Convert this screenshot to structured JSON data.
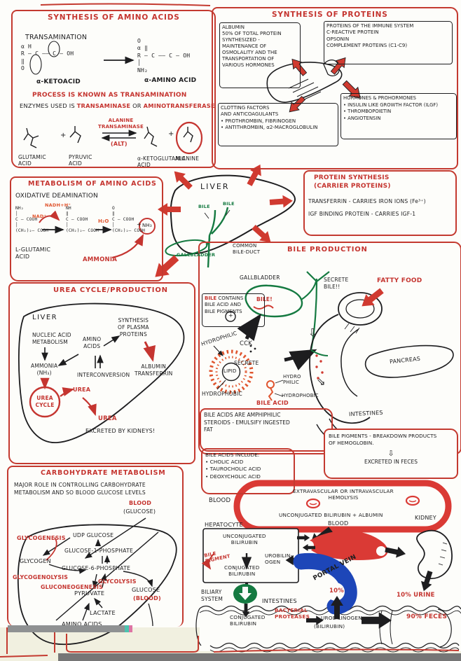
{
  "colors": {
    "ink_red": "#c53530",
    "ink_black": "#1d1d1f",
    "ink_green": "#157a41",
    "ink_orange": "#e0552e",
    "vein_blue": "#1d46b8",
    "vessel_red": "#da3a35",
    "desk_cream": "#f1f0e0",
    "scrollbar_gray": "#8f9192"
  },
  "amino_synthesis": {
    "title": "SYNTHESIS OF AMINO ACIDS",
    "transamination": "TRANSAMINATION",
    "keto_formula": [
      "    α    H",
      "R — C —— C — OH",
      "    ‖",
      "    O"
    ],
    "amino_formula": [
      "         O",
      "    α    ‖",
      "R — C —— C — OH",
      "    │",
      "   NH₂"
    ],
    "keto_label": "α-KETOACID",
    "amino_label": "α-AMINO ACID",
    "process_note": "PROCESS IS KNOWN AS TRANSAMINATION",
    "enzyme_prefix": "ENZYMES USED IS",
    "enzyme1": "TRANSAMINASE",
    "enzyme_conj": "OR",
    "enzyme2": "AMINOTRANSFERASE",
    "plus": "+",
    "reactant1": [
      "GLUTAMIC",
      "ACID"
    ],
    "reactant2": [
      "PYRUVIC",
      "ACID"
    ],
    "catalyst": [
      "ALANINE",
      "TRANSAMINASE"
    ],
    "catalyst_abbr": "(ALT)",
    "product1": [
      "α-KETOGLUTAMIC",
      "ACID"
    ],
    "product2": "ALANINE"
  },
  "protein_synthesis": {
    "title": "SYNTHESIS OF PROTEINS",
    "albumin": [
      "ALBUMIN",
      "50% OF TOTAL PROTEIN",
      "SYNTHESIZED -",
      "MAINTENANCE OF",
      "OSMOLALITY AND THE",
      "TRANSPORTATION OF",
      "VARIOUS HORMONES"
    ],
    "immune": [
      "PROTEINS OF THE IMMUNE SYSTEM",
      "C-REACTIVE PROTEIN",
      "OPSONIN",
      "COMPLEMENT PROTEINS (C1-C9)"
    ],
    "clotting": [
      "CLOTTING FACTORS",
      "AND ANTICOAGULANTS",
      "• PROTHROMBIN, FIBRINOGEN",
      "• ANTITHROMBIN, α2-MACROGLOBULIN"
    ],
    "hormones": [
      "HORMONES & PROHORMONES",
      "• INSULIN LIKE GROWTH FACTOR (ILGF)",
      "• THROMBOPOIETIN",
      "• ANGIOTENSIN"
    ]
  },
  "amino_metabolism": {
    "title": "METABOLISM OF AMINO ACIDS",
    "subtitle": "OXIDATIVE DEAMINATION",
    "struct1": [
      "NH₂",
      "│",
      "C — COOH",
      "│",
      "(CH₂)₂— COOH"
    ],
    "struct2": [
      "NH",
      "‖",
      "C — COOH",
      "│",
      "(CH₂)₂— COOH"
    ],
    "struct3": [
      "O",
      "‖",
      "C — COOH",
      "│",
      "(CH₂)₂— COOH"
    ],
    "nad": "NAD⁺",
    "nadh": "NADH+H⁺",
    "h2o": "H₂O",
    "plus": "+",
    "nh3": "NH₃",
    "substrate": [
      "L-GLUTAMIC",
      "ACID"
    ],
    "ammonia": "AMMONIA"
  },
  "liver_diagram": {
    "liver": "LIVER",
    "bile_left": "BILE",
    "bile_right": "BILE",
    "gallbladder": "GALLBLADDER",
    "common_duct": [
      "COMMON",
      "BILE-DUCT"
    ]
  },
  "carrier_proteins": {
    "title": [
      "PROTEIN SYNTHESIS",
      "(CARRIER PROTEINS)"
    ],
    "transferrin": "TRANSFERRIN - CARRIES IRON IONS (Fe³⁺)",
    "igf": "IGF BINDING PROTEIN - CARRIES IGF-1"
  },
  "urea_cycle": {
    "title": "UREA CYCLE/PRODUCTION",
    "liver": "LIVER",
    "nucleic": [
      "NUCLEIC ACID",
      "METABOLISM"
    ],
    "amino": [
      "AMINO",
      "ACIDS"
    ],
    "plasma": [
      "SYNTHESIS",
      "OF PLASMA",
      "PROTEINS"
    ],
    "ammonia": [
      "AMMONIA",
      "(NH₃)"
    ],
    "interconversion": "INTERCONVERSION",
    "albumin": [
      "ALBUMIN",
      "TRANSFERRIN"
    ],
    "cycle": [
      "UREA",
      "CYCLE"
    ],
    "urea_out": "UREA",
    "urea_final": "UREA",
    "excreted": "EXCRETED BY KIDNEYS!"
  },
  "bile_production": {
    "title": "BILE PRODUCTION",
    "gallbladder": "GALLBLADDER",
    "bile_excl": "BILE!",
    "secrete_bile": [
      "SECRETE",
      "BILE!!"
    ],
    "fatty_food": "FATTY FOOD",
    "plus": "+",
    "cck": "CCK",
    "secrete": "SECRETE",
    "pancreas": "PANCREAS",
    "intestines": "INTESTINES",
    "contains_bile": "BILE",
    "contains_rest": "CONTAINS",
    "contains_lines": [
      "BILE ACID AND",
      "BILE PIGMENTS"
    ],
    "hydrophilic": "HYDROPHILIC",
    "lipid": "LIPID",
    "hydrophobic": "HYDROPHOBIC",
    "mol_hydrophilic": [
      "HYDRO",
      "PHILIC"
    ],
    "mol_hydrophobic": "HYDROPHOBIC",
    "bile_acid": "BILE ACID",
    "amphiphilic": [
      "BILE ACIDS ARE AMPHIPHILIC",
      "STEROIDS - EMULSIFY INGESTED",
      "FAT"
    ],
    "acids_include": [
      "BILE ACIDS INCLUDE:",
      "• CHOLIC ACID",
      "• TAUROCHOLIC ACID",
      "• DEOXYCHOLIC ACID"
    ],
    "flow_arrow_down": "⇩",
    "flow_arrow_diag": "⇘"
  },
  "bile_pigments": {
    "lines": [
      "BILE PIGMENTS - BREAKDOWN PRODUCTS",
      "OF HEMOGLOBIN."
    ],
    "arrow": "⇩",
    "excreted": "EXCRETED IN FECES"
  },
  "carb_metabolism": {
    "title": "CARBOHYDRATE METABOLISM",
    "intro": [
      "MAJOR ROLE IN CONTROLLING CARBOHYDRATE",
      "METABOLISM AND SO BLOOD GLUCOSE LEVELS"
    ],
    "blood": "BLOOD",
    "blood_sub": "(GLUCOSE)",
    "glycogenesis": "GLYCOGENESIS",
    "udp_glucose": "UDP GLUCOSE",
    "g1p": "GLUCOSE-1-PHOSPHATE",
    "glycogen": "GLYCOGEN",
    "glycogenolysis": "GLYCOGENOLYSIS",
    "gluconeogenesis": "GLUCONEOGENESIS",
    "g6p": "GLUCOSE-6-PHOSPHATE",
    "glycolysis": "GLYCOLYSIS",
    "pyruvate": "PYRUVATE",
    "glucose_out": "GLUCOSE",
    "glucose_out_sub": "(BLOOD)",
    "lactate": "LACTATE",
    "amino_acids": "AMINO ACIDS"
  },
  "bilirubin": {
    "blood": "BLOOD",
    "hemolysis": [
      "EXTRAVASCULAR OR INTRAVASCULAR",
      "HEMOLYSIS"
    ],
    "unconj_albumin": "UNCONJUGATED BILIRUBIN + ALBUMIN",
    "hepatocyte": "HEPATOCYTE",
    "unconjugated": [
      "UNCONJUGATED",
      "BILIRUBIN"
    ],
    "bile_pigment": [
      "BILE",
      "PIGMENT"
    ],
    "conjugated": [
      "CONJUGATED",
      "BILIRUBIN"
    ],
    "urobilinogen_top": [
      "UROBILIN-",
      "OGEN"
    ],
    "blood_vessel": "BLOOD",
    "kidney": "KIDNEY",
    "portal_vein": "PORTAL VEIN",
    "ten_percent": "10%",
    "urine": "10% URINE",
    "biliary": [
      "BILIARY",
      "SYSTEM"
    ],
    "intestines": "INTESTINES",
    "conj_gut": [
      "CONJUGATED",
      "BILIRUBIN"
    ],
    "bacterial": [
      "BACTERIAL",
      "PROTEASES"
    ],
    "urobilinogen_gut": "UROBILINOGEN",
    "urobilinogen_sub": "(BILIRUBIN)",
    "feces": "90% FECES"
  }
}
